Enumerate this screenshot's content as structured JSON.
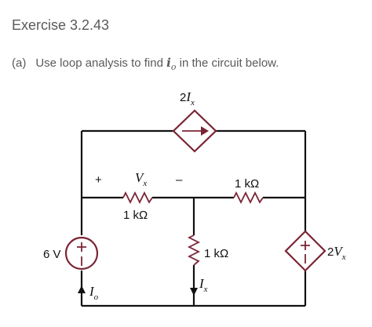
{
  "header": {
    "title": "Exercise 3.2.43"
  },
  "question": {
    "part": "(a)",
    "text_before": "Use loop analysis to find",
    "variable": "i",
    "variable_subscript": "o",
    "text_after": "in the circuit below."
  },
  "circuit": {
    "dependent_current_source": {
      "coef": "2",
      "var": "I",
      "sub": "x"
    },
    "dependent_voltage_source": {
      "coef": "2",
      "var": "V",
      "sub": "x"
    },
    "voltage_source_6v": {
      "value": "6 V"
    },
    "resistor_top_left": {
      "value": "1 kΩ"
    },
    "resistor_top_right": {
      "value": "1 kΩ"
    },
    "resistor_middle": {
      "value": "1 kΩ"
    },
    "vx_label": {
      "var": "V",
      "sub": "x"
    },
    "vx_plus": "+",
    "vx_minus": "–",
    "io_label": {
      "var": "I",
      "sub": "o"
    },
    "ix_label": {
      "var": "I",
      "sub": "x"
    },
    "src_plus": "+",
    "src_minus": "–"
  },
  "colors": {
    "component": "#7a2434",
    "wire": "#111111",
    "text": "#5a5a5a"
  }
}
